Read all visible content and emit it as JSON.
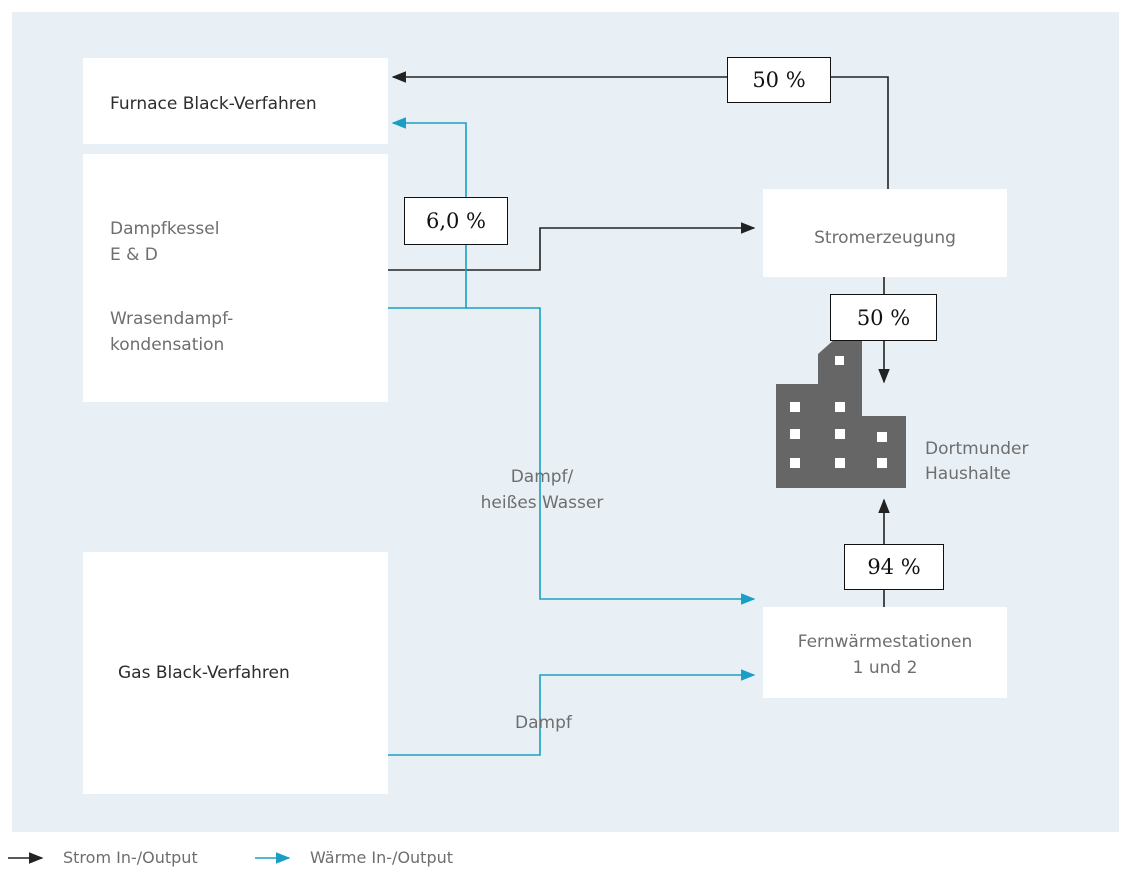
{
  "boxes": {
    "furnace": "Furnace Black-Verfahren",
    "dampfkessel_1": "Dampfkessel",
    "dampfkessel_2": "E & D",
    "wrasen_1": "Wrasendampf-",
    "wrasen_2": "kondensation",
    "gas": "Gas Black-Verfahren",
    "strom": "Stromerzeugung",
    "fernwaerme_1": "Fernwärmestationen",
    "fernwaerme_2": "1 und 2",
    "haushalte_1": "Dortmunder",
    "haushalte_2": "Haushalte"
  },
  "flow_labels": {
    "dampf_wasser_1": "Dampf/",
    "dampf_wasser_2": "heißes Wasser",
    "dampf": "Dampf"
  },
  "percentages": {
    "strom_to_furnace": "50 %",
    "heat_to_furnace": "6,0 %",
    "strom_to_haushalte": "50 %",
    "fernwaerme_to_haushalte": "94 %"
  },
  "legend": {
    "strom": "Strom In-/Output",
    "waerme": "Wärme In-/Output"
  },
  "colors": {
    "strom_line": "#222222",
    "waerme_line": "#1a9fc4",
    "background": "#e8f0f6",
    "building": "#666666"
  }
}
